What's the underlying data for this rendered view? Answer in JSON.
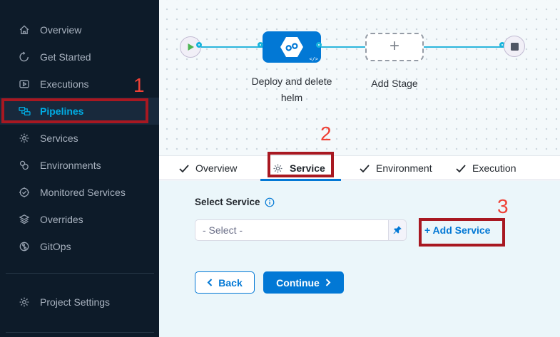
{
  "sidebar": {
    "items": [
      {
        "label": "Overview",
        "icon": "home-icon"
      },
      {
        "label": "Get Started",
        "icon": "get-started-icon"
      },
      {
        "label": "Executions",
        "icon": "executions-icon"
      },
      {
        "label": "Pipelines",
        "icon": "pipelines-icon",
        "active": true
      },
      {
        "label": "Services",
        "icon": "services-icon"
      },
      {
        "label": "Environments",
        "icon": "environments-icon"
      },
      {
        "label": "Monitored Services",
        "icon": "monitored-services-icon"
      },
      {
        "label": "Overrides",
        "icon": "overrides-icon"
      },
      {
        "label": "GitOps",
        "icon": "gitops-icon"
      }
    ],
    "footer_item": {
      "label": "Project Settings",
      "icon": "gear-icon"
    }
  },
  "canvas": {
    "stage_label": "Deploy and delete helm",
    "add_stage_label": "Add Stage"
  },
  "tabs": [
    {
      "label": "Overview",
      "state": "done"
    },
    {
      "label": "Service",
      "state": "active"
    },
    {
      "label": "Environment",
      "state": "done"
    },
    {
      "label": "Execution",
      "state": "done"
    }
  ],
  "form": {
    "select_service_label": "Select Service",
    "select_value": "- Select -",
    "add_service_label": "+ Add Service",
    "back_label": "Back",
    "continue_label": "Continue"
  },
  "annotations": {
    "one": "1",
    "two": "2",
    "three": "3"
  },
  "colors": {
    "primary_blue": "#0278D5",
    "sidebar_bg": "#0D1B29",
    "sidebar_active_text": "#00ADE4",
    "pipeline_line_cyan": "#2BB5DC",
    "annotation_box_red": "#A81821",
    "annotation_number_red": "#EF4136",
    "content_bg": "#EBF6FA",
    "play_green": "#4FB553",
    "stop_square_gray": "#4F5564"
  }
}
